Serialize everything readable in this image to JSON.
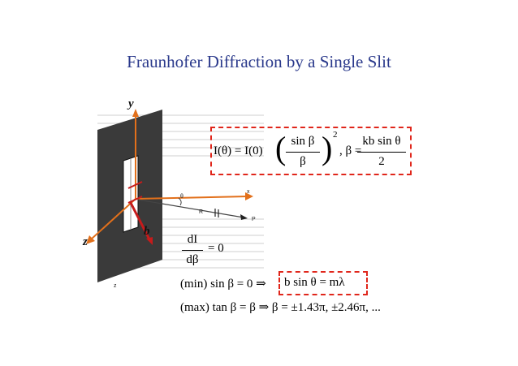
{
  "slide": {
    "title": "Fraunhofer Diffraction by a Single Slit"
  },
  "figure": {
    "axis_y": "y",
    "axis_z": "z",
    "slit_width": "b"
  },
  "equation1": {
    "lhs": "I(θ) = I(0)",
    "numerator": "sin β",
    "denominator": "β",
    "exponent": "2",
    "separator": ", β =",
    "beta_numerator": "kb sin θ",
    "beta_denominator": "2"
  },
  "equation2": {
    "numerator": "dI",
    "denominator": "dβ",
    "rhs": "= 0"
  },
  "equation3": {
    "prefix": "(min) sin β = 0 ⇒",
    "boxed": "b sin θ = mλ"
  },
  "equation4": {
    "text": "(max) tan β = β ⇒ β = ±1.43π, ±2.46π, ..."
  },
  "colors": {
    "title": "#2b3a8c",
    "dashed_box": "#e0261b",
    "axis_arrow": "#e2701b"
  }
}
